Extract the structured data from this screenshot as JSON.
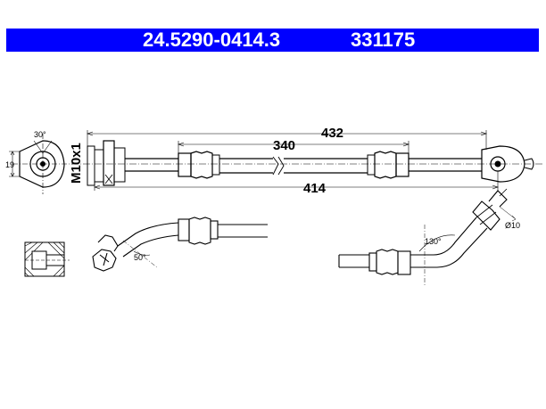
{
  "header": {
    "part_number": "24.5290-0414.3",
    "reference": "331175",
    "background_color": "#0000ff",
    "text_color": "#ffffff"
  },
  "dimensions": {
    "total_length": "432",
    "hose_length": "340",
    "fitting_length": "414",
    "thread": "M10x1",
    "banjo_height": "19",
    "banjo_angle": "30°",
    "bend_angle_left": "50°",
    "bend_angle_right": "130°",
    "bore_diameter": "Ø10"
  }
}
